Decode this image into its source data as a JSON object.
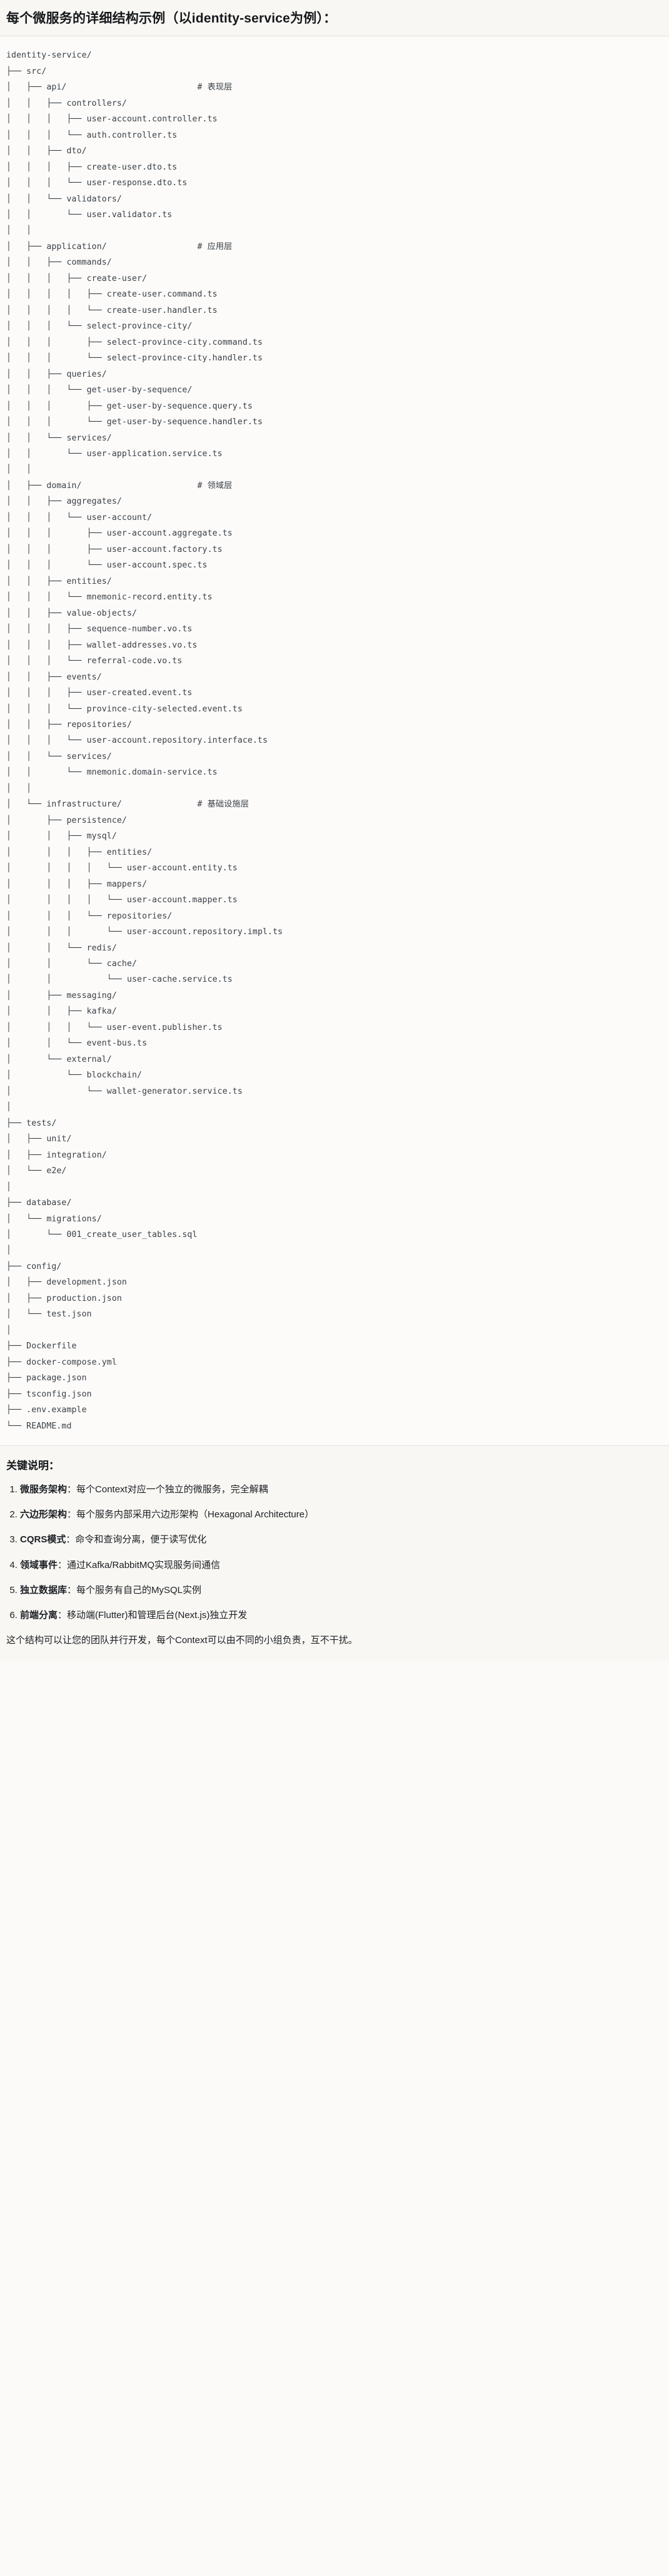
{
  "document": {
    "title": "每个微服务的详细结构示例（以identity-service为例）："
  },
  "tree": {
    "root_label": "identity-service/",
    "text": "identity-service/\n├── src/\n│   ├── api/                          # 表现层\n│   │   ├── controllers/\n│   │   │   ├── user-account.controller.ts\n│   │   │   └── auth.controller.ts\n│   │   ├── dto/\n│   │   │   ├── create-user.dto.ts\n│   │   │   └── user-response.dto.ts\n│   │   └── validators/\n│   │       └── user.validator.ts\n│   │\n│   ├── application/                  # 应用层\n│   │   ├── commands/\n│   │   │   ├── create-user/\n│   │   │   │   ├── create-user.command.ts\n│   │   │   │   └── create-user.handler.ts\n│   │   │   └── select-province-city/\n│   │   │       ├── select-province-city.command.ts\n│   │   │       └── select-province-city.handler.ts\n│   │   ├── queries/\n│   │   │   └── get-user-by-sequence/\n│   │   │       ├── get-user-by-sequence.query.ts\n│   │   │       └── get-user-by-sequence.handler.ts\n│   │   └── services/\n│   │       └── user-application.service.ts\n│   │\n│   ├── domain/                       # 领域层\n│   │   ├── aggregates/\n│   │   │   └── user-account/\n│   │   │       ├── user-account.aggregate.ts\n│   │   │       ├── user-account.factory.ts\n│   │   │       └── user-account.spec.ts\n│   │   ├── entities/\n│   │   │   └── mnemonic-record.entity.ts\n│   │   ├── value-objects/\n│   │   │   ├── sequence-number.vo.ts\n│   │   │   ├── wallet-addresses.vo.ts\n│   │   │   └── referral-code.vo.ts\n│   │   ├── events/\n│   │   │   ├── user-created.event.ts\n│   │   │   └── province-city-selected.event.ts\n│   │   ├── repositories/\n│   │   │   └── user-account.repository.interface.ts\n│   │   └── services/\n│   │       └── mnemonic.domain-service.ts\n│   │\n│   └── infrastructure/               # 基础设施层\n│       ├── persistence/\n│       │   ├── mysql/\n│       │   │   ├── entities/\n│       │   │   │   └── user-account.entity.ts\n│       │   │   ├── mappers/\n│       │   │   │   └── user-account.mapper.ts\n│       │   │   └── repositories/\n│       │   │       └── user-account.repository.impl.ts\n│       │   └── redis/\n│       │       └── cache/\n│       │           └── user-cache.service.ts\n│       ├── messaging/\n│       │   ├── kafka/\n│       │   │   └── user-event.publisher.ts\n│       │   └── event-bus.ts\n│       └── external/\n│           └── blockchain/\n│               └── wallet-generator.service.ts\n│\n├── tests/\n│   ├── unit/\n│   ├── integration/\n│   └── e2e/\n│\n├── database/\n│   └── migrations/\n│       └── 001_create_user_tables.sql\n│\n├── config/\n│   ├── development.json\n│   ├── production.json\n│   └── test.json\n│\n├── Dockerfile\n├── docker-compose.yml\n├── package.json\n├── tsconfig.json\n├── .env.example\n└── README.md",
    "layer_comments": [
      {
        "path": "api/",
        "comment": "# 表现层"
      },
      {
        "path": "application/",
        "comment": "# 应用层"
      },
      {
        "path": "domain/",
        "comment": "# 领域层"
      },
      {
        "path": "infrastructure/",
        "comment": "# 基础设施层"
      }
    ]
  },
  "notes": {
    "heading": "关键说明：",
    "items": [
      {
        "term": "微服务架构",
        "text": "：每个Context对应一个独立的微服务，完全解耦"
      },
      {
        "term": "六边形架构",
        "text": "：每个服务内部采用六边形架构（Hexagonal Architecture）"
      },
      {
        "term": "CQRS模式",
        "text": "：命令和查询分离，便于读写优化"
      },
      {
        "term": "领域事件",
        "text": "：通过Kafka/RabbitMQ实现服务间通信"
      },
      {
        "term": "独立数据库",
        "text": "：每个服务有自己的MySQL实例"
      },
      {
        "term": "前端分离",
        "text": "：移动端(Flutter)和管理后台(Next.js)独立开发"
      }
    ],
    "closing": "这个结构可以让您的团队并行开发，每个Context可以由不同的小组负责，互不干扰。"
  }
}
